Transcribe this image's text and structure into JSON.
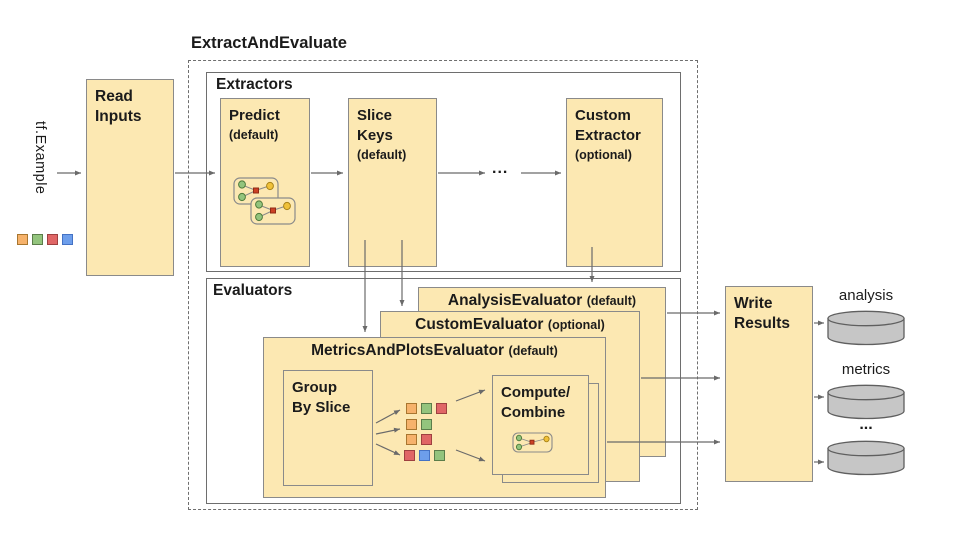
{
  "pipeline": {
    "title": "ExtractAndEvaluate"
  },
  "input": {
    "label": "tf.Example",
    "squares": [
      "orange",
      "green",
      "red",
      "blue"
    ]
  },
  "read_inputs": {
    "name_lines": [
      "Read",
      "Inputs"
    ]
  },
  "extractors": {
    "label": "Extractors",
    "ellipsis": "...",
    "items": [
      {
        "name_lines": [
          "Predict"
        ],
        "qualifier": "(default)"
      },
      {
        "name_lines": [
          "Slice",
          "Keys"
        ],
        "qualifier": "(default)"
      },
      {
        "name_lines": [
          "Custom",
          "Extractor"
        ],
        "qualifier": "(optional)"
      }
    ]
  },
  "evaluators": {
    "label": "Evaluators",
    "stack": [
      {
        "name": "AnalysisEvaluator",
        "qualifier": "(default)"
      },
      {
        "name": "CustomEvaluator",
        "qualifier": "(optional)"
      },
      {
        "name": "MetricsAndPlotsEvaluator",
        "qualifier": "(default)"
      }
    ],
    "group_by_slice": {
      "name_lines": [
        "Group",
        "By Slice"
      ]
    },
    "compute_combine": {
      "name_lines": [
        "Compute/",
        "Combine"
      ]
    }
  },
  "slice_grid": [
    [
      "orange",
      "green",
      "red"
    ],
    [
      "orange",
      "green"
    ],
    [
      "orange",
      "red"
    ],
    [
      "red",
      "blue",
      "green"
    ]
  ],
  "write_results": {
    "name_lines": [
      "Write",
      "Results"
    ]
  },
  "outputs": [
    {
      "label": "analysis"
    },
    {
      "label": "metrics"
    },
    {
      "label": "..."
    }
  ],
  "icons": {
    "predict_box": "model-graph-icon",
    "compute_box": "model-graph-icon",
    "outputs": "database-cylinder-icon"
  },
  "palette": {
    "orange": {
      "fill": "#F6B26B",
      "border": "#a8762f"
    },
    "green": {
      "fill": "#93C47D",
      "border": "#5b7d4a"
    },
    "red": {
      "fill": "#E06666",
      "border": "#9e4040"
    },
    "blue": {
      "fill": "#6D9EEB",
      "border": "#4472c4"
    }
  },
  "colors": {
    "box_fill": "#FCE8B2",
    "box_border": "#8a8a8a",
    "container_border": "#6e6e6e",
    "arrow": "#6a6a6a",
    "cylinder_fill": "#C6C6C6",
    "cylinder_border": "#5f5f5f",
    "text": "#1b1b1b"
  }
}
